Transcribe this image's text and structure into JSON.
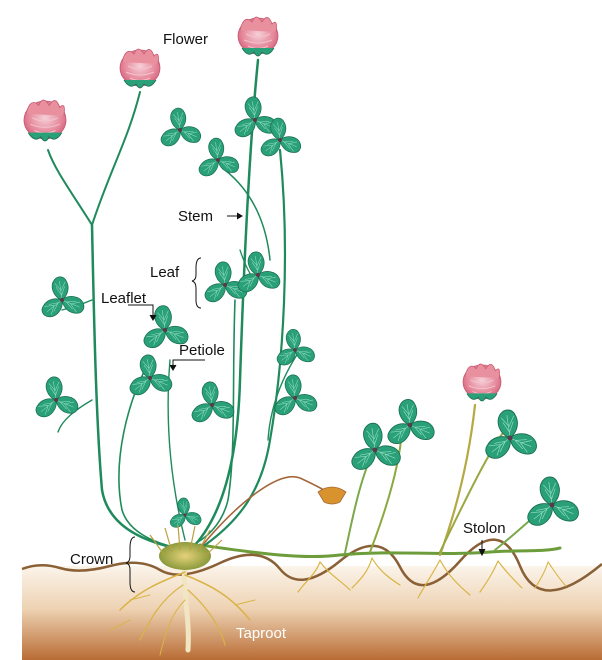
{
  "labels": {
    "flower": "Flower",
    "stem": "Stem",
    "leaf": "Leaf",
    "leaflet": "Leaflet",
    "petiole": "Petiole",
    "crown": "Crown",
    "stolon": "Stolon",
    "taproot": "Taproot"
  },
  "colors": {
    "stem_green": "#1f8a5c",
    "leaf_green": "#2aa078",
    "leaf_dark": "#1a6e52",
    "flower_pink": "#e48296",
    "flower_light": "#f6d0d8",
    "soil_top": "#fbf4ea",
    "soil_bottom": "#b9703a",
    "soil_line": "#8a6036",
    "root": "#d9b445"
  }
}
